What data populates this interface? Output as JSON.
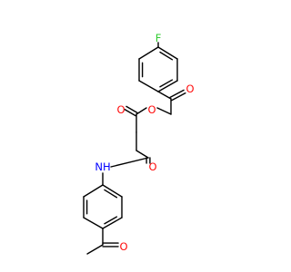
{
  "atoms": {
    "fluorine": {
      "label": "F",
      "color": "#33cc33"
    },
    "ketone_oxygen_top": {
      "label": "O",
      "color": "#ff0d0d"
    },
    "ester_oxygen_bridge": {
      "label": "O",
      "color": "#ff0d0d"
    },
    "ester_carbonyl_oxygen": {
      "label": "O",
      "color": "#ff0d0d"
    },
    "amide_nitrogen": {
      "label": "NH",
      "color": "#0000ff"
    },
    "amide_carbonyl_oxygen": {
      "label": "O",
      "color": "#ff0d0d"
    },
    "acetyl_oxygen": {
      "label": "O",
      "color": "#ff0d0d"
    }
  },
  "bond_color": "#000000"
}
